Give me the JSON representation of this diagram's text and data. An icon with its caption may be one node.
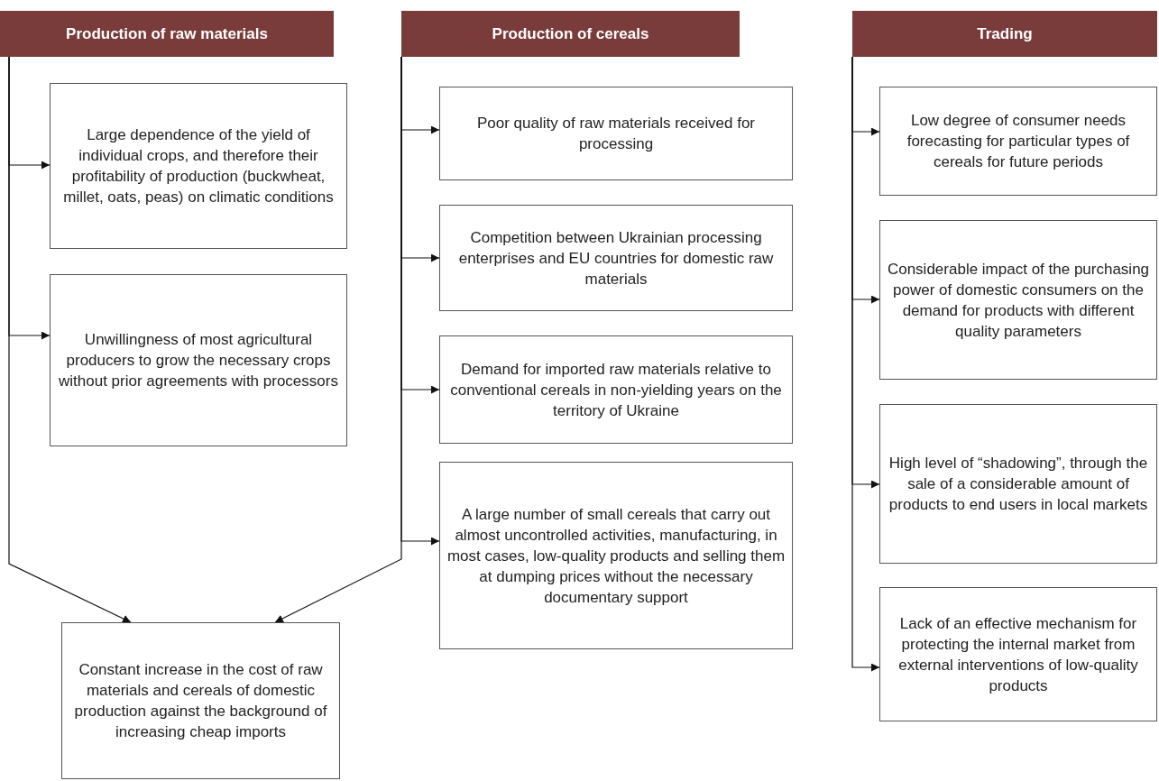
{
  "diagram": {
    "nodes": [
      {
        "text": [
          "Production of raw materials"
        ]
      },
      {
        "text": [
          "Large dependence of the yield of individual crops, and therefore their profitability of production (buckwheat, millet, oats, peas) on climatic conditions"
        ]
      },
      {
        "text": [
          "Unwillingness of most agricultural producers to grow the necessary crops without prior agreements with processors"
        ]
      },
      {
        "text": [
          "Constant increase in the cost of raw materials and cereals of domestic production against the background of increasing cheap imports"
        ]
      },
      {
        "text": [
          "Production of cereals"
        ]
      },
      {
        "text": [
          "Poor quality of raw materials received for processing"
        ]
      },
      {
        "text": [
          "Competition between Ukrainian processing enterprises and EU countries for domestic raw materials"
        ]
      },
      {
        "text": [
          "Demand for imported raw materials relative to conventional cereals in non-yielding years on the territory of Ukraine"
        ]
      },
      {
        "text": [
          "A large number of small cereals that carry out almost uncontrolled activities, manufacturing, in most cases, low-quality products and selling them at dumping prices without the necessary documentary support"
        ]
      },
      {
        "text": [
          "Trading"
        ]
      },
      {
        "text": [
          "Low degree of consumer needs forecasting for particular types of cereals for future periods"
        ]
      },
      {
        "text": [
          "Considerable impact of the purchasing power of domestic consumers on the demand for products with different quality parameters"
        ]
      },
      {
        "text": [
          "High level of “shadowing”, through the sale of a considerable amount of products to end users in local markets"
        ]
      },
      {
        "text": [
          "Lack of an effective mechanism for protecting the internal market from external interventions of low-quality products"
        ]
      }
    ],
    "edges": [
      {
        "from": 0,
        "to": 1,
        "arrow": "to"
      },
      {
        "from": 0,
        "to": 2,
        "arrow": "to"
      },
      {
        "from": 0,
        "to": 3,
        "arrow": "to"
      },
      {
        "from": 4,
        "to": 5,
        "arrow": "to"
      },
      {
        "from": 4,
        "to": 6,
        "arrow": "to"
      },
      {
        "from": 4,
        "to": 7,
        "arrow": "to"
      },
      {
        "from": 4,
        "to": 8,
        "arrow": "to"
      },
      {
        "from": 4,
        "to": 3,
        "arrow": "to"
      },
      {
        "from": 9,
        "to": 10,
        "arrow": "to"
      },
      {
        "from": 9,
        "to": 11,
        "arrow": "to"
      },
      {
        "from": 9,
        "to": 12,
        "arrow": "to"
      },
      {
        "from": 9,
        "to": 13,
        "arrow": "to"
      }
    ]
  }
}
